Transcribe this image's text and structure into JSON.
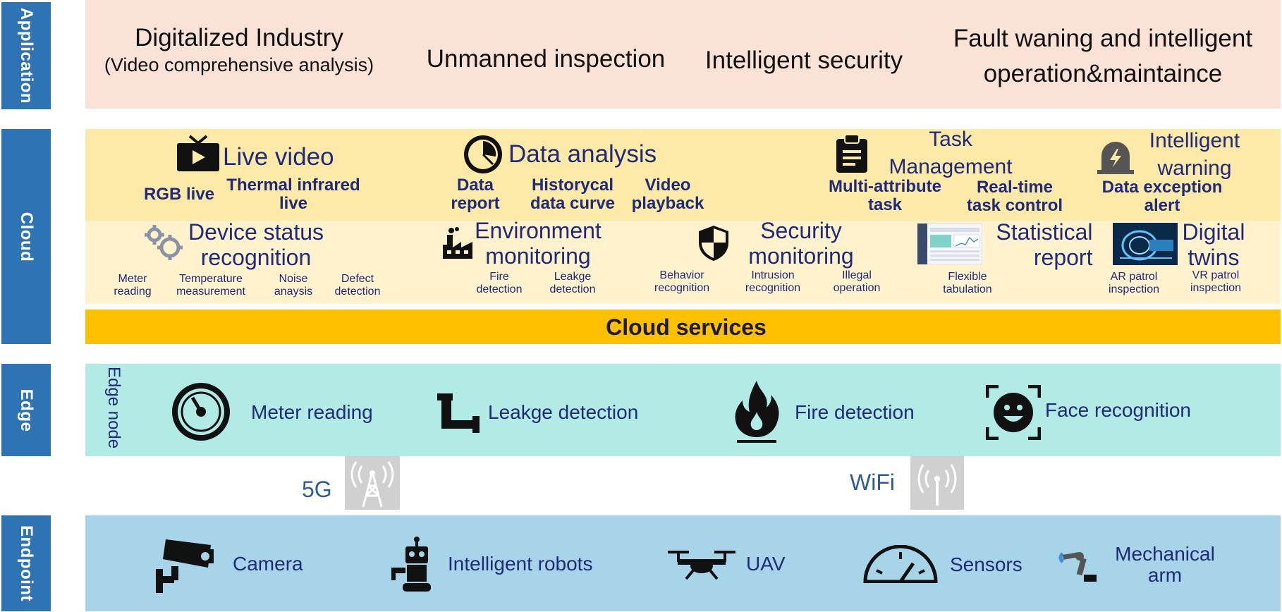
{
  "layers": {
    "application": "Application",
    "cloud": "Cloud",
    "edge": "Edge",
    "endpoint": "Endpoint"
  },
  "application": {
    "items": [
      {
        "line1": "Digitalized Industry",
        "line2": "(Video comprehensive analysis)"
      },
      {
        "line1": "Unmanned inspection"
      },
      {
        "line1": "Intelligent security"
      },
      {
        "line1": "Fault waning and intelligent",
        "line2": "operation&maintaince"
      }
    ]
  },
  "cloud": {
    "row1": {
      "live_video": {
        "title": "Live video",
        "subs": [
          {
            "text": "RGB live"
          },
          {
            "line1": "Thermal infrared",
            "line2": "live"
          }
        ]
      },
      "data_analysis": {
        "title": "Data analysis",
        "subs": [
          {
            "line1": "Data",
            "line2": "report"
          },
          {
            "line1": "Historycal",
            "line2": "data curve"
          },
          {
            "line1": "Video",
            "line2": "playback"
          }
        ]
      },
      "task_management": {
        "line1": "Task",
        "line2": "Management",
        "subs": [
          {
            "line1": "Multi-attribute",
            "line2": "task"
          },
          {
            "line1": "Real-time",
            "line2": "task control"
          }
        ]
      },
      "intelligent_warning": {
        "line1": "Intelligent",
        "line2": "warning",
        "subs": [
          {
            "line1": "Data exception",
            "line2": "alert"
          }
        ]
      }
    },
    "row2": {
      "device_status": {
        "line1": "Device status",
        "line2": "recognition",
        "subs": [
          {
            "line1": "Meter",
            "line2": "reading"
          },
          {
            "line1": "Temperature",
            "line2": "measurement"
          },
          {
            "line1": "Noise",
            "line2": "anaysis"
          },
          {
            "line1": "Defect",
            "line2": "detection"
          }
        ]
      },
      "environment": {
        "line1": "Environment",
        "line2": "monitoring",
        "subs": [
          {
            "line1": "Fire",
            "line2": "detection"
          },
          {
            "line1": "Leakge",
            "line2": "detection"
          }
        ]
      },
      "security": {
        "line1": "Security",
        "line2": "monitoring",
        "subs": [
          {
            "line1": "Behavior",
            "line2": "recognition"
          },
          {
            "line1": "Intrusion",
            "line2": "recognition"
          },
          {
            "line1": "Illegal",
            "line2": "operation"
          }
        ]
      },
      "statistical": {
        "line1": "Statistical",
        "line2": "report",
        "subs": [
          {
            "line1": "Flexible",
            "line2": "tabulation"
          }
        ]
      },
      "digital_twins": {
        "line1": "Digital",
        "line2": "twins",
        "subs": [
          {
            "line1": "AR patrol",
            "line2": "inspection"
          },
          {
            "line1": "VR patrol",
            "line2": "inspection"
          }
        ]
      }
    },
    "services": "Cloud services"
  },
  "edge": {
    "node_label": "Edge node",
    "items": [
      "Meter reading",
      "Leakge detection",
      "Fire detection",
      "Face recognition"
    ]
  },
  "network": {
    "fiveg": "5G",
    "wifi": "WiFi"
  },
  "endpoint": {
    "items": [
      {
        "text": "Camera"
      },
      {
        "text": "Intelligent robots"
      },
      {
        "text": "UAV"
      },
      {
        "text": "Sensors"
      },
      {
        "line1": "Mechanical",
        "line2": "arm"
      }
    ]
  },
  "colors": {
    "layer_label": "#2e74b5",
    "application_band": "#fbe2d6",
    "cloud_row1": "#fde9a8",
    "cloud_row2": "#fff2cc",
    "cloud_services": "#ffc000",
    "edge_band": "#b2ebe6",
    "endpoint_band": "#a8d4ea",
    "text_navy": "#1f2a78"
  }
}
